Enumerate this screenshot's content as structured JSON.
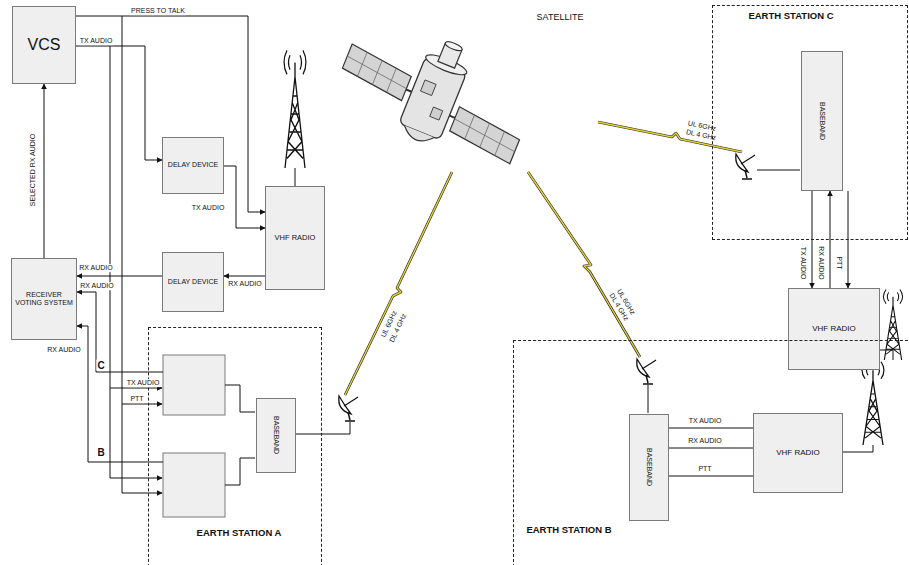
{
  "diagram": {
    "nodes": [
      {
        "text": [
          "VCS"
        ]
      },
      {
        "text": [
          "DELAY DEVICE"
        ]
      },
      {
        "text": [
          "VHF RADIO"
        ]
      },
      {
        "text": [
          "DELAY DEVICE"
        ]
      },
      {
        "text": [
          "RECEIVER VOTING SYSTEM"
        ]
      },
      {
        "text": [
          "EARTH STATION C"
        ]
      },
      {
        "text": [
          "BASEBAND"
        ],
        "in": 5
      },
      {
        "text": [
          "VHF RADIO"
        ]
      },
      {
        "text": [
          "EARTH STATION A"
        ]
      },
      {
        "text": [
          "BASEBAND"
        ],
        "in": 8
      },
      {
        "text": [
          "EARTH STATION B"
        ]
      },
      {
        "text": [
          "BASEBAND"
        ],
        "in": 10
      },
      {
        "text": [
          "VHF RADIO"
        ],
        "in": 10
      }
    ],
    "edges": [
      {
        "from": 0,
        "to": 2,
        "label": "PRESS TO TALK",
        "arrow": "to"
      },
      {
        "from": 0,
        "to": 1,
        "label": "TX AUDIO",
        "arrow": "to"
      },
      {
        "from": 1,
        "to": 2,
        "label": "TX AUDIO",
        "arrow": "to"
      },
      {
        "from": 2,
        "to": 3,
        "label": "RX AUDIO",
        "arrow": "to"
      },
      {
        "from": 3,
        "to": 4,
        "label": "RX AUDIO",
        "arrow": "to"
      },
      {
        "from": 4,
        "to": 0,
        "label": "SELECTED RX AUDIO",
        "arrow": "to"
      },
      {
        "from": 6,
        "to": 7,
        "label": "TX AUDIO",
        "arrow": "to"
      },
      {
        "from": 7,
        "to": 6,
        "label": "RX AUDIO",
        "arrow": "to"
      },
      {
        "from": 6,
        "to": 7,
        "label": "PTT",
        "arrow": "to"
      },
      {
        "from": 11,
        "to": 12,
        "label": "TX AUDIO",
        "arrow": "none"
      },
      {
        "from": 11,
        "to": 12,
        "label": "RX AUDIO",
        "arrow": "none"
      },
      {
        "from": 11,
        "to": 12,
        "label": "PTT",
        "arrow": "none"
      }
    ],
    "labels": [
      "SATELLITE",
      "UL 6GHz",
      "DL 4 GHz",
      "UL 6GHz",
      "DL 4 GHz",
      "UL 6GHz",
      "DL 4 GHz",
      "RX AUDIO",
      "C",
      "TX AUDIO",
      "PTT",
      "RX AUDIO",
      "B"
    ]
  }
}
